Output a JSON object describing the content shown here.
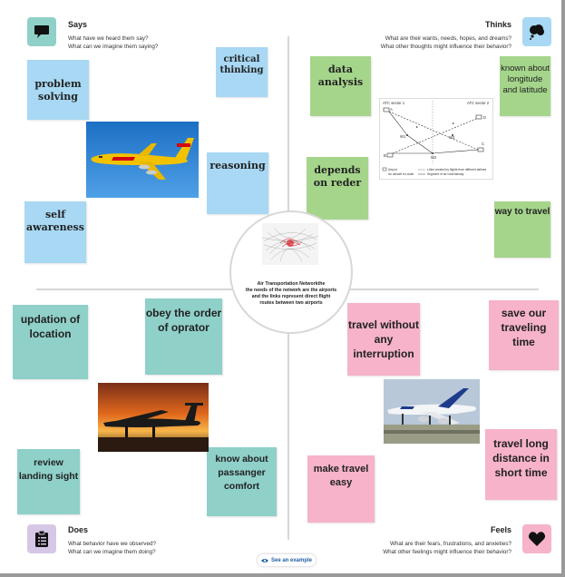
{
  "quadrants": {
    "says": {
      "title": "Says",
      "line1": "What have we heard them say?",
      "line2": "What can we imagine them saying?",
      "icon": "speech-bubble-icon"
    },
    "thinks": {
      "title": "Thinks",
      "line1": "What are their wants, needs, hopes, and dreams?",
      "line2": "What other thoughts might influence their behavior?",
      "icon": "thought-cloud-icon"
    },
    "does": {
      "title": "Does",
      "line1": "What behavior have we observed?",
      "line2": "What can we imagine them doing?",
      "icon": "clipboard-icon"
    },
    "feels": {
      "title": "Feels",
      "line1": "What are their fears, frustrations, and anxieties?",
      "line2": "What other feelings might influence their behavior?",
      "icon": "heart-icon"
    }
  },
  "notes": {
    "critical_thinking": "critical thinking",
    "problem_solving": "problem solving",
    "reasoning": "reasoning",
    "self_awareness": "self awareness",
    "data_analysis": "data analysis",
    "known_longitude": "known about longitude and latitude",
    "depends_on_reder": "depends on reder",
    "way_to_travel": "way to travel",
    "updation_location": "updation of location",
    "obey_order": "obey the order of oprator",
    "review_landing": "review landing sight",
    "know_passanger": "know about passanger comfort",
    "travel_without": "travel without any interruption",
    "save_time": "save our traveling time",
    "travel_long": "travel long distance in short time",
    "make_travel_easy": "make travel easy"
  },
  "center": {
    "caption_line1": "Air Transportation Networkthe",
    "caption_line2": "the needs of the network are the airports",
    "caption_line3": "and the links represent direct flight",
    "caption_line4": "routes between two airports"
  },
  "diagram": {
    "sector_left": "ATC sector 1",
    "sector_right": "ATC sector 2",
    "node_a": "A",
    "node_b": "B",
    "node_c": "C",
    "node_d": "D",
    "w1": "W1",
    "w2": "W2",
    "w3": "W3",
    "legend_airport": "Airport",
    "legend_links": "Links created by flights from different airlines",
    "legend_aircraft": "An aircraft en-route",
    "legend_segment": "Segment of air route/airway"
  },
  "footer": {
    "example_label": "See an example"
  },
  "colors": {
    "blue_note": "#a8d8f3",
    "green_note": "#a5d58b",
    "teal_note": "#8fd0c9",
    "pink_note": "#f6b3c9",
    "dhl_yellow": "#f2c200",
    "dhl_red": "#d40511",
    "link_blue": "#1f5fa8"
  }
}
